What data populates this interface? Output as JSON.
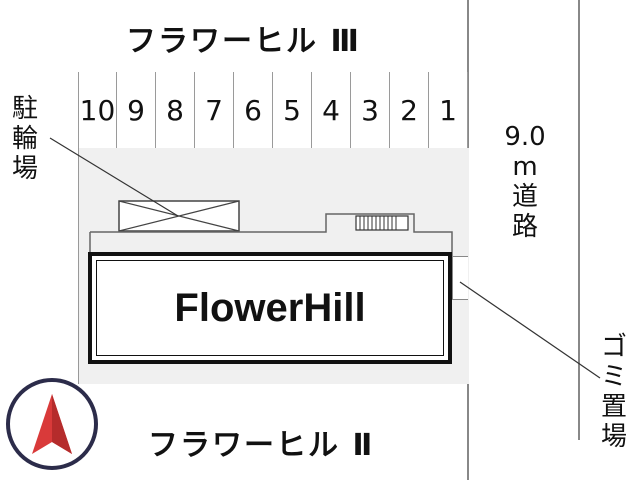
{
  "buildings": {
    "north": "フラワーヒル Ⅲ",
    "south": "フラワーヒル Ⅱ",
    "main": "FlowerHill"
  },
  "parking": {
    "slots": [
      "10",
      "9",
      "8",
      "7",
      "6",
      "5",
      "4",
      "3",
      "2",
      "1"
    ]
  },
  "labels": {
    "bicycle_parking": [
      "駐",
      "輪",
      "場"
    ],
    "road": [
      "9.0",
      "m",
      "道",
      "路"
    ],
    "garbage": [
      "ゴ",
      "ミ",
      "置",
      "場"
    ]
  },
  "icons": {
    "compass": "north-arrow-icon"
  },
  "colors": {
    "compass_arrow": "#d93a3a",
    "compass_ring": "#2c2c4a",
    "lot_fill": "#f0f0f0"
  }
}
